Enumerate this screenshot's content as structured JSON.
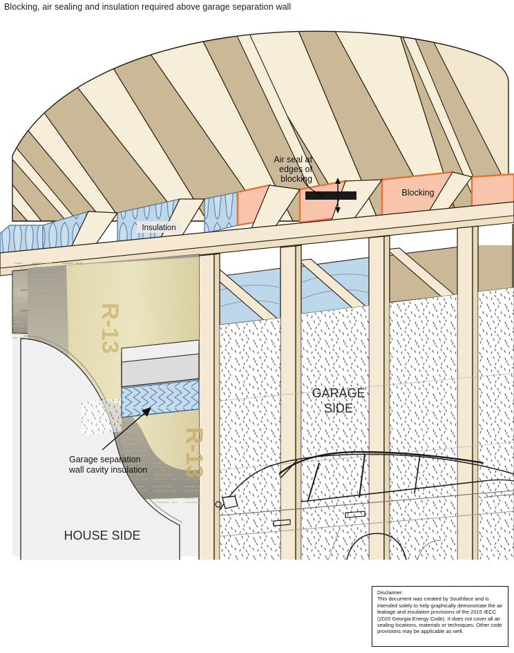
{
  "page": {
    "title": "Blocking, air sealing and insulation required above garage separation wall"
  },
  "figure": {
    "labels": {
      "air_seal": {
        "line1": "Air seal at",
        "line2": "edges of",
        "line3": "blocking"
      },
      "blocking": "Blocking",
      "insulation": "Insulation",
      "garage_side": {
        "line1": "GARAGE",
        "line2": "SIDE"
      },
      "house_side": "HOUSE SIDE",
      "cavity_insulation": {
        "line1": "Garage separation",
        "line2": "wall cavity insulation"
      },
      "r_value_upper": "R-13",
      "r_value_lower": "R-13"
    },
    "colors": {
      "rafter_light": "#f2e6cd",
      "rafter_dark": "#cbb896",
      "lumber": "#f6e9d3",
      "lumber_edge": "#1c1408",
      "blocking_fill": "#f8c5ac",
      "blocking_stroke": "#ea7030",
      "insulation_fill": "#bcd6ea",
      "insulation_stroke": "#5a7fa0",
      "drywall": "#ffffff",
      "house_side_bg": "#f0f0f0",
      "batt_face": "#ece3b7",
      "air_seal_bar": "#1a1a1a"
    }
  },
  "disclaimer": {
    "heading": "Disclaimer:",
    "body": "This document was created by Southface and is intended solely to help graphically demonstrate the air leakage and insulation provisions of the 2015 IECC (2020 Georgia Energy Code).  It does not cover all air sealing locations, materials or techniques. Other code provisions may be applicable as well."
  }
}
